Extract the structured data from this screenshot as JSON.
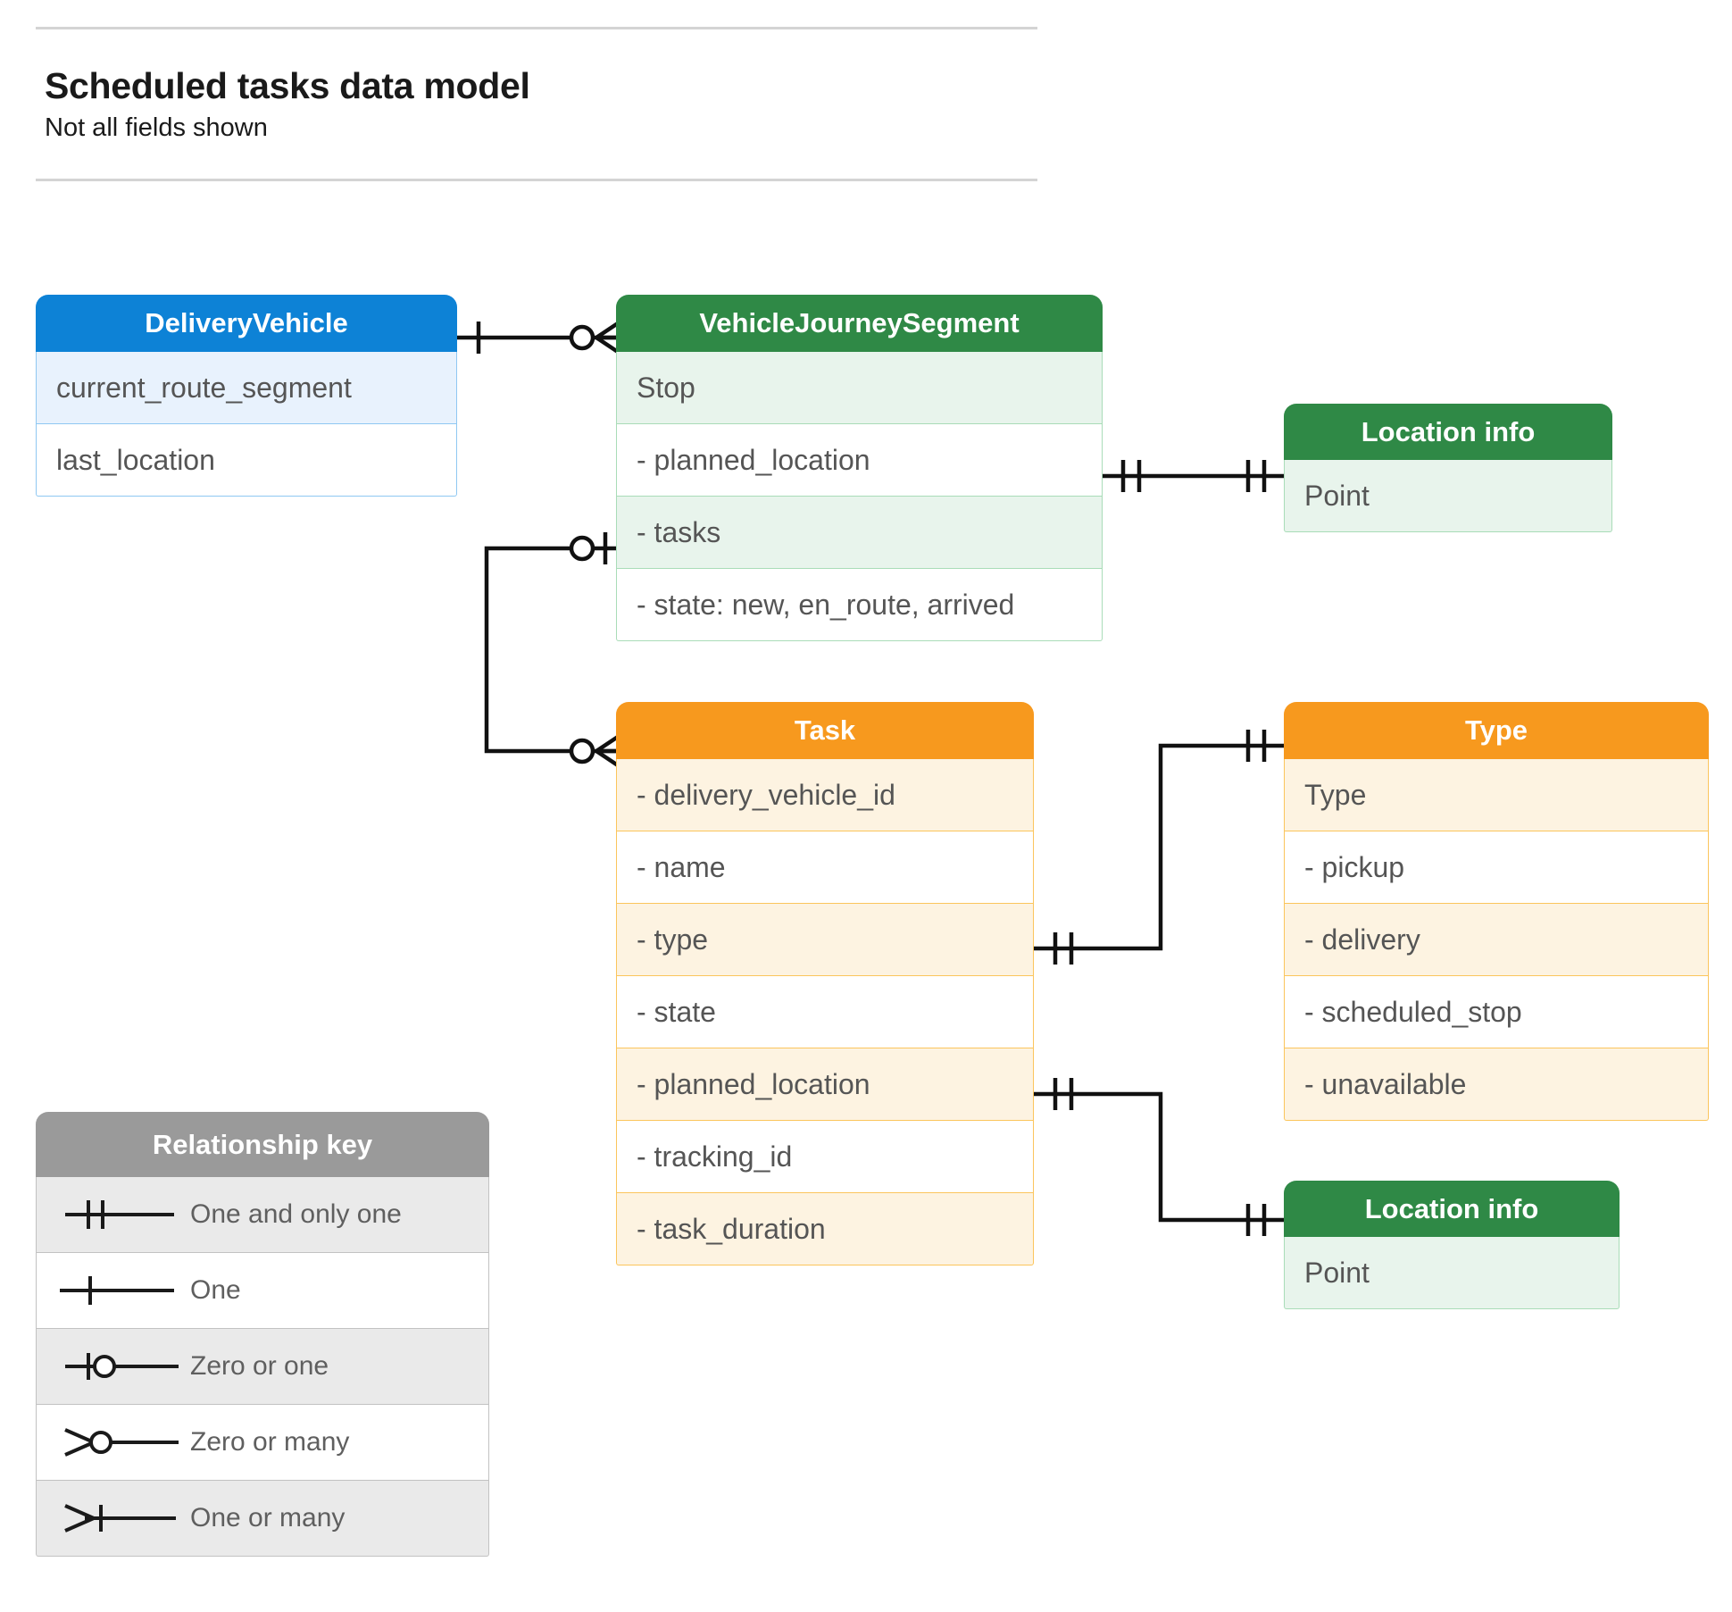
{
  "header": {
    "title": "Scheduled tasks data model",
    "subtitle": "Not all fields shown"
  },
  "colors": {
    "blue_header": "#0d82d6",
    "blue_row_alt": "#e8f2fd",
    "blue_border": "#8fc8f2",
    "green_header": "#2f8946",
    "green_row_alt": "#e8f4ec",
    "green_border": "#a9dcb8",
    "orange_header": "#f7991e",
    "orange_row_alt": "#fdf3e1",
    "orange_border": "#fbc55c",
    "grey_header": "#9a9a9a",
    "grey_row_alt": "#eaeaea",
    "grey_border": "#c2c2c2",
    "connector": "#111111",
    "text": "#555555"
  },
  "entities": {
    "delivery_vehicle": {
      "title": "DeliveryVehicle",
      "rows": [
        "current_route_segment",
        "last_location"
      ]
    },
    "vehicle_journey_segment": {
      "title": "VehicleJourneySegment",
      "rows": [
        "Stop",
        "-  planned_location",
        "- tasks",
        "- state: new, en_route, arrived"
      ]
    },
    "location_info_top": {
      "title": "Location info",
      "rows": [
        "Point"
      ]
    },
    "task": {
      "title": "Task",
      "rows": [
        "- delivery_vehicle_id",
        "- name",
        "- type",
        "- state",
        "- planned_location",
        "- tracking_id",
        "- task_duration"
      ]
    },
    "type": {
      "title": "Type",
      "rows": [
        "Type",
        "-  pickup",
        "-  delivery",
        "-  scheduled_stop",
        "-  unavailable"
      ]
    },
    "location_info_bottom": {
      "title": "Location info",
      "rows": [
        "Point"
      ]
    }
  },
  "legend": {
    "title": "Relationship key",
    "items": [
      {
        "glyph": "one-and-only-one-icon",
        "label": "One and only one"
      },
      {
        "glyph": "one-icon",
        "label": "One"
      },
      {
        "glyph": "zero-or-one-icon",
        "label": "Zero or one"
      },
      {
        "glyph": "zero-or-many-icon",
        "label": "Zero or many"
      },
      {
        "glyph": "one-or-many-icon",
        "label": "One or many"
      }
    ]
  },
  "relationships": [
    {
      "from": "DeliveryVehicle",
      "from_cardinality": "One",
      "to": "VehicleJourneySegment",
      "to_cardinality": "Zero or many"
    },
    {
      "from": "VehicleJourneySegment.planned_location",
      "from_cardinality": "One and only one",
      "to": "Location info",
      "to_cardinality": "One and only one"
    },
    {
      "from": "VehicleJourneySegment.tasks",
      "from_cardinality": "Zero or one",
      "to": "Task",
      "to_cardinality": "Zero or many"
    },
    {
      "from": "Task.type",
      "from_cardinality": "One and only one",
      "to": "Type",
      "to_cardinality": "One and only one"
    },
    {
      "from": "Task.planned_location",
      "from_cardinality": "One and only one",
      "to": "Location info",
      "to_cardinality": "One and only one"
    }
  ]
}
